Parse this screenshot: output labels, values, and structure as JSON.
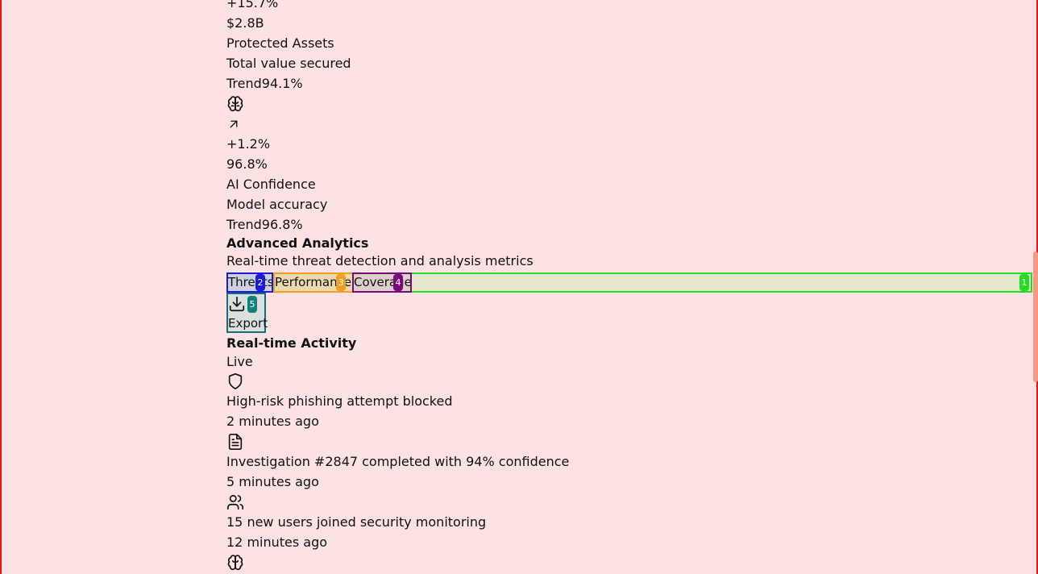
{
  "metrics": [
    {
      "change": "+15.7%",
      "value": "$2.8B",
      "title": "Protected Assets",
      "subtitle": "Total value secured",
      "trend_label": "Trend",
      "trend_value": "94.1%"
    },
    {
      "icon": "brain-icon",
      "change_icon": "arrow-up-right-icon",
      "change": "+1.2%",
      "value": "96.8%",
      "title": "AI Confidence",
      "subtitle": "Model accuracy",
      "trend_label": "Trend",
      "trend_value": "96.8%"
    }
  ],
  "analytics": {
    "title": "Advanced Analytics",
    "subtitle": "Real-time threat detection and analysis metrics",
    "tabs": [
      {
        "label": "Threats",
        "badge": "2"
      },
      {
        "label": "Performance",
        "badge": "3"
      },
      {
        "label": "Coverage",
        "badge": "4"
      }
    ],
    "tabs_badge": "1",
    "export": {
      "label": "Export",
      "badge": "5",
      "icon": "download-icon"
    }
  },
  "activity": {
    "title": "Real-time Activity",
    "status": "Live",
    "items": [
      {
        "icon": "shield-icon",
        "text": "High-risk phishing attempt blocked",
        "time": "2 minutes ago"
      },
      {
        "icon": "file-text-icon",
        "text": "Investigation #2847 completed with 94% confidence",
        "time": "5 minutes ago"
      },
      {
        "icon": "users-icon",
        "text": "15 new users joined security monitoring",
        "time": "12 minutes ago"
      },
      {
        "icon": "brain-icon"
      }
    ]
  },
  "colors": {
    "background": "#fde2e4",
    "frame": "#ee1111",
    "tab_group_border": "#22dd22",
    "tab_threats": "#1a1adb",
    "tab_performance": "#f0a020",
    "tab_coverage": "#7a0a7a",
    "export_border": "#1b6b7a"
  }
}
